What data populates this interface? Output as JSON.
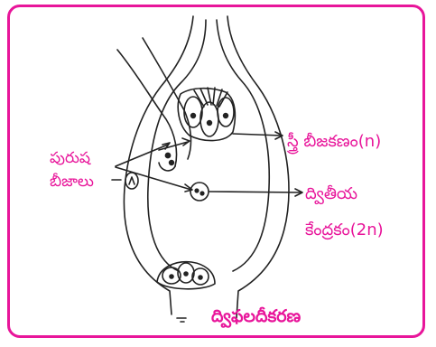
{
  "labels": {
    "male_gametes_line1": "పురుష",
    "male_gametes_line2": "బీజాలు",
    "egg_cell": "స్త్రీ బీజకణం(n)",
    "secondary_nucleus_line1": "ద్వితీయ",
    "secondary_nucleus_line2": "కేంద్రకం(2n)",
    "title": "ద్విఫలదీకరణ"
  },
  "colors": {
    "frame": "#e8159a",
    "text": "#e8159a",
    "drawing": "#222222"
  }
}
